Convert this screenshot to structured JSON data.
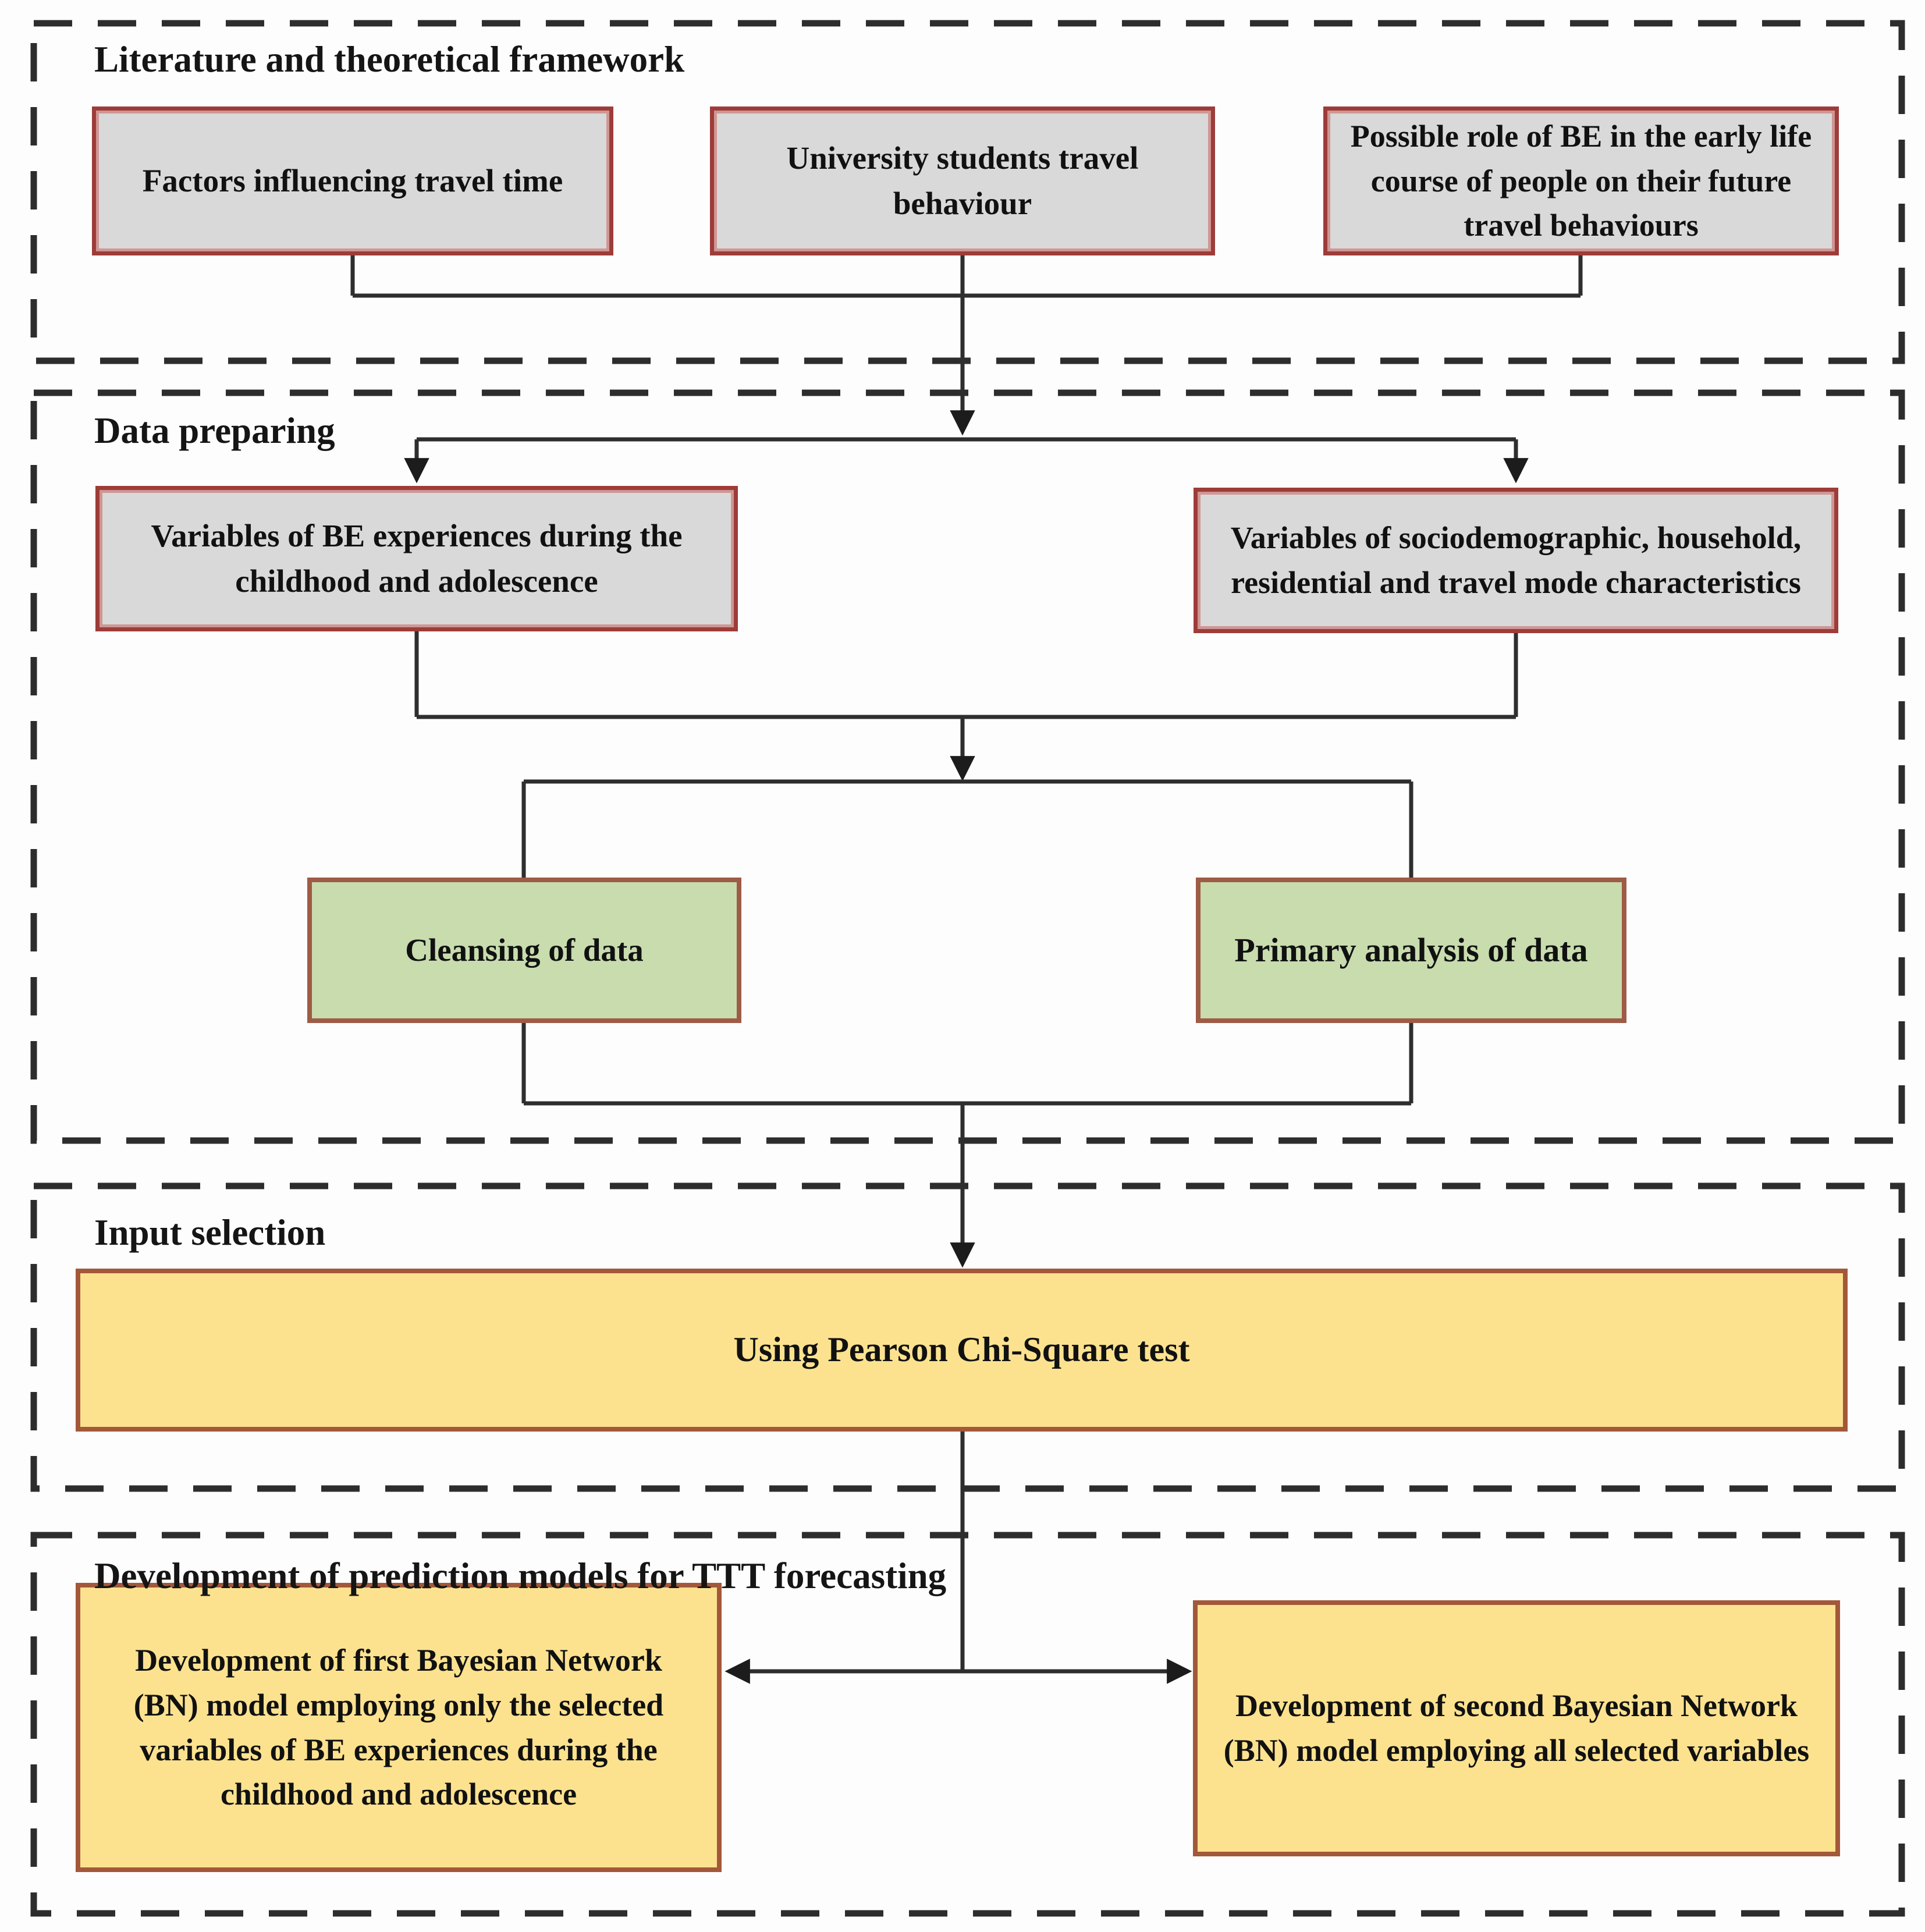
{
  "sections": {
    "literature": {
      "title": "Literature and theoretical framework"
    },
    "data_preparing": {
      "title": "Data preparing"
    },
    "input_selection": {
      "title": "Input selection"
    },
    "development": {
      "title": "Development of prediction models for TTT forecasting"
    }
  },
  "nodes": {
    "factors": {
      "label": "Factors influencing travel time"
    },
    "university": {
      "label": "University students travel behaviour"
    },
    "possible_role": {
      "label": "Possible role of BE in the early life course of people on their future travel behaviours"
    },
    "variables_be": {
      "label": "Variables of BE experiences during the childhood and adolescence"
    },
    "variables_socio": {
      "label": "Variables of sociodemographic, household, residential and travel mode characteristics"
    },
    "cleansing": {
      "label": "Cleansing of data"
    },
    "primary_analysis": {
      "label": "Primary analysis of data"
    },
    "pearson": {
      "label": "Using Pearson Chi-Square test"
    },
    "bn_first": {
      "label": "Development of first Bayesian Network (BN) model employing only the selected variables of BE experiences during the childhood and adolescence"
    },
    "bn_second": {
      "label": "Development of second Bayesian Network (BN) model employing all selected variables"
    }
  },
  "colors": {
    "box_gray_fill": "#d9d9d9",
    "box_green_fill": "#c8dcae",
    "box_yellow_fill": "#fce28f",
    "border_dark_red": "#9d3c39",
    "border_brown": "#a3583a",
    "connector": "#2e2e2e",
    "dashed_frame": "#2d2d2d",
    "text": "#111111"
  }
}
